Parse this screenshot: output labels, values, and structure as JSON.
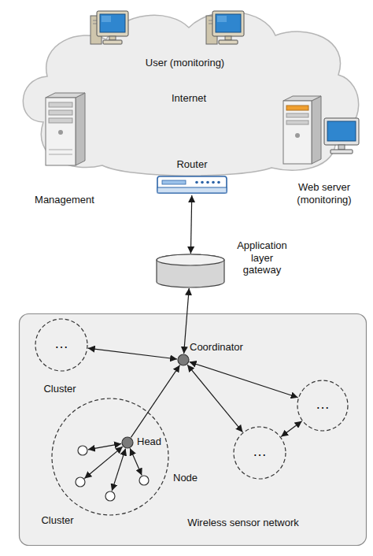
{
  "diagram": {
    "nodes": [
      {
        "text": [
          "Internet"
        ]
      },
      {
        "text": [
          "User (monitoring)"
        ],
        "in": 0
      },
      {
        "text": [
          "Management"
        ]
      },
      {
        "text": [
          "Router"
        ],
        "in": 0
      },
      {
        "text": [
          "Web server (monitoring)"
        ]
      },
      {
        "text": [
          "Application layer gateway"
        ]
      },
      {
        "text": [
          "Wireless sensor network"
        ]
      },
      {
        "text": [
          "…",
          "Cluster"
        ],
        "in": 6
      },
      {
        "text": [
          "Coordinator"
        ],
        "in": 6
      },
      {
        "text": [
          "Cluster"
        ],
        "in": 6
      },
      {
        "text": [
          "Head"
        ],
        "in": 9
      },
      {
        "text": [],
        "in": 9
      },
      {
        "text": [],
        "in": 9
      },
      {
        "text": [],
        "in": 9
      },
      {
        "text": [
          "Node"
        ],
        "in": 9
      },
      {
        "text": [
          "…"
        ],
        "in": 6
      },
      {
        "text": [
          "…"
        ],
        "in": 6
      }
    ],
    "edges": [
      {
        "from": 3,
        "to": 5,
        "arrow": "both"
      },
      {
        "from": 5,
        "to": 8,
        "arrow": "both"
      },
      {
        "from": 8,
        "to": 7,
        "arrow": "both"
      },
      {
        "from": 10,
        "to": 8,
        "arrow": "to"
      },
      {
        "from": 8,
        "to": 15,
        "arrow": "both"
      },
      {
        "from": 8,
        "to": 16,
        "arrow": "both"
      },
      {
        "from": 15,
        "to": 16,
        "arrow": "both"
      },
      {
        "from": 10,
        "to": 11,
        "arrow": "both"
      },
      {
        "from": 10,
        "to": 12,
        "arrow": "both"
      },
      {
        "from": 10,
        "to": 13,
        "arrow": "both"
      },
      {
        "from": 10,
        "to": 14,
        "arrow": "both"
      }
    ]
  }
}
